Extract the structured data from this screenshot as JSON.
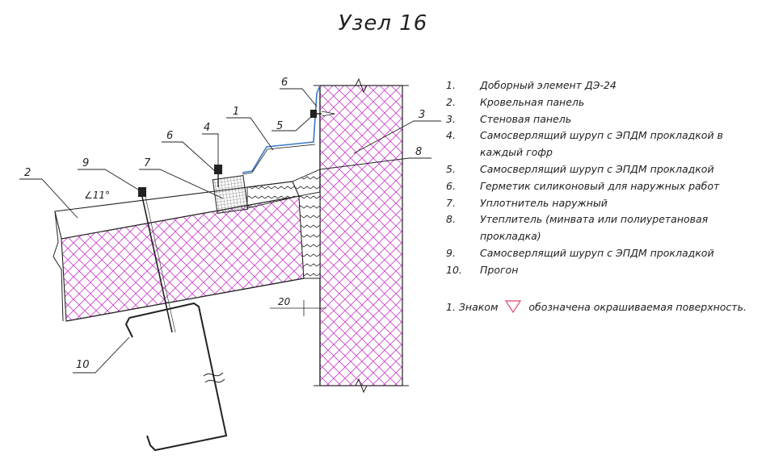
{
  "title": "Узел 16",
  "callouts": {
    "c1": "1",
    "c2": "2",
    "c3": "3",
    "c4": "4",
    "c5": "5",
    "c6a": "6",
    "c6b": "6",
    "c7": "7",
    "c8": "8",
    "c9": "9",
    "c10": "10"
  },
  "angle_label": "∠11°",
  "dimension_label": "20",
  "legend": [
    {
      "num": "1.",
      "text": "Доборный элемент ДЭ-24"
    },
    {
      "num": "2.",
      "text": "Кровельная панель"
    },
    {
      "num": "3.",
      "text": "Стеновая панель"
    },
    {
      "num": "4.",
      "text": "Самосверлящий шуруп с ЭПДМ прокладкой в каждый гофр"
    },
    {
      "num": "5.",
      "text": "Самосверлящий шуруп с ЭПДМ прокладкой"
    },
    {
      "num": "6.",
      "text": "Герметик силиконовый для наружных работ"
    },
    {
      "num": "7.",
      "text": "Уплотнитель наружный"
    },
    {
      "num": "8.",
      "text": "Утеплитель (минвата или полиуретановая прокладка)"
    },
    {
      "num": "9.",
      "text": "Самосверлящий шуруп с ЭПДМ прокладкой"
    },
    {
      "num": "10.",
      "text": "Прогон"
    }
  ],
  "note": {
    "before": "1. Знаком",
    "after": "обозначена окрашиваемая поверхность."
  },
  "colors": {
    "hatch": "#cc44cc",
    "line": "#222222",
    "flashing": "#3a78c9",
    "marker": "#e0607e"
  }
}
